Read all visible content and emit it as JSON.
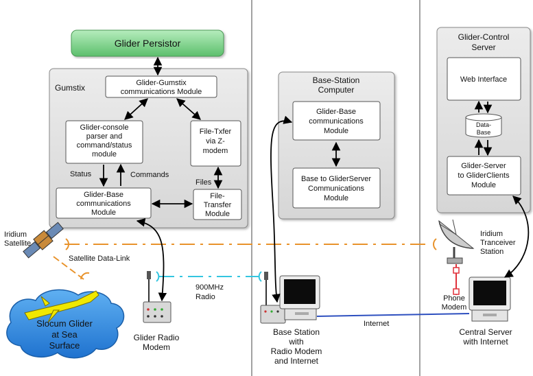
{
  "glider_persistor": "Glider Persistor",
  "gumstix": {
    "title": "Gumstix",
    "comm_module": [
      "Glider-Gumstix",
      "communications Module"
    ],
    "console_parser": [
      "Glider-console",
      "parser and",
      "command/status",
      "module"
    ],
    "file_txfer": [
      "File-Txfer",
      "via Z-",
      "modem"
    ],
    "base_comm": [
      "Glider-Base",
      "communications",
      "Module"
    ],
    "file_transfer": [
      "File-",
      "Transfer",
      "Module"
    ],
    "status_label": "Status",
    "commands_label": "Commands",
    "files_label": "Files"
  },
  "base_station_computer": {
    "title": [
      "Base-Station",
      "Computer"
    ],
    "comm_module": [
      "Glider-Base",
      "communications",
      "Module"
    ],
    "server_comm": [
      "Base to GliderServer",
      "Communications",
      "Module"
    ]
  },
  "control_server": {
    "title": [
      "Glider-Control",
      "Server"
    ],
    "web_interface": "Web Interface",
    "database": [
      "Data-",
      "Base"
    ],
    "clients_module": [
      "Glider-Server",
      "to GliderClients",
      "Module"
    ]
  },
  "satellite": [
    "Iridium",
    "Satellite"
  ],
  "satellite_link": "Satellite Data-Link",
  "iridium_station": [
    "Iridium",
    "Tranceiver",
    "Station"
  ],
  "radio_link": [
    "900MHz",
    "Radio"
  ],
  "glider_radio_modem": [
    "Glider Radio",
    "Modem"
  ],
  "slocum_glider": [
    "Slocum Glider",
    "at Sea",
    "Surface"
  ],
  "base_station": [
    "Base Station",
    "with",
    "Radio Modem",
    "and Internet"
  ],
  "internet": "Internet",
  "phone_modem": [
    "Phone",
    "Modem"
  ],
  "central_server": [
    "Central Server",
    "with Internet"
  ],
  "colors": {
    "satellite_link": "#e8922a",
    "radio_link": "#33c5e0",
    "internet_link": "#2d4fbf",
    "phone_link": "#e0303a",
    "persistor_green": "#7fd18c",
    "water": "#2f8be0",
    "glider_yellow": "#f0e800"
  }
}
